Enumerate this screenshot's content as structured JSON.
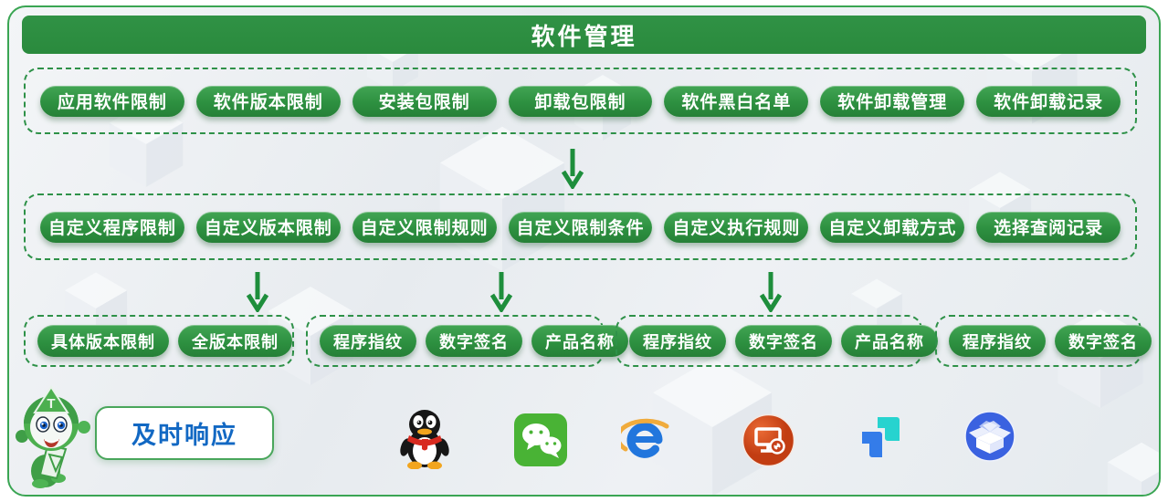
{
  "header": {
    "title": "软件管理"
  },
  "row1": {
    "pills": [
      "应用软件限制",
      "软件版本限制",
      "安装包限制",
      "卸载包限制",
      "软件黑白名单",
      "软件卸载管理",
      "软件卸载记录"
    ]
  },
  "row2": {
    "pills": [
      "自定义程序限制",
      "自定义版本限制",
      "自定义限制规则",
      "自定义限制条件",
      "自定义执行规则",
      "自定义卸载方式",
      "选择查阅记录"
    ]
  },
  "groups": [
    {
      "pills": [
        "具体版本限制",
        "全版本限制"
      ]
    },
    {
      "pills": [
        "程序指纹",
        "数字签名",
        "产品名称"
      ]
    },
    {
      "pills": [
        "程序指纹",
        "数字签名",
        "产品名称"
      ]
    },
    {
      "pills": [
        "程序指纹",
        "数字签名"
      ]
    }
  ],
  "footer": {
    "response_label": "及时响应",
    "mascot_badge": "T",
    "app_icons": [
      "qq-icon",
      "wechat-icon",
      "ie-icon",
      "remote-desktop-icon",
      "teambition-icon",
      "package-box-icon"
    ]
  },
  "colors": {
    "primary_green": "#2c8c3e",
    "pill_green_top": "#42a554",
    "pill_green_bottom": "#268037",
    "dashed_border": "#2e9148",
    "outer_border": "#3aa553",
    "accent_blue": "#1268c3"
  }
}
